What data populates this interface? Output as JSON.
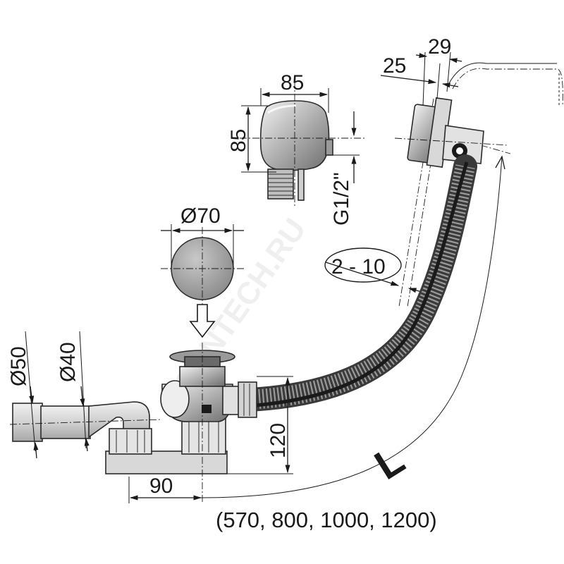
{
  "dimensions": {
    "overflow_width": "85",
    "overflow_height": "85",
    "thread": "G1/2\"",
    "offset_25": "25",
    "offset_29": "29",
    "cap_diameter": "Ø70",
    "wall_thickness": "2 - 10",
    "pipe_outer": "Ø50",
    "pipe_inner": "Ø40",
    "outlet_offset": "90",
    "trap_height": "120",
    "length_symbol": "L",
    "length_options": "(570, 800, 1000, 1200)"
  },
  "watermark": "SANTECH.RU",
  "colors": {
    "line": "#1a1a1a",
    "metal_light": "#d0d0d0",
    "metal_dark": "#7a7a7a",
    "plastic": "#e6e6e6"
  }
}
